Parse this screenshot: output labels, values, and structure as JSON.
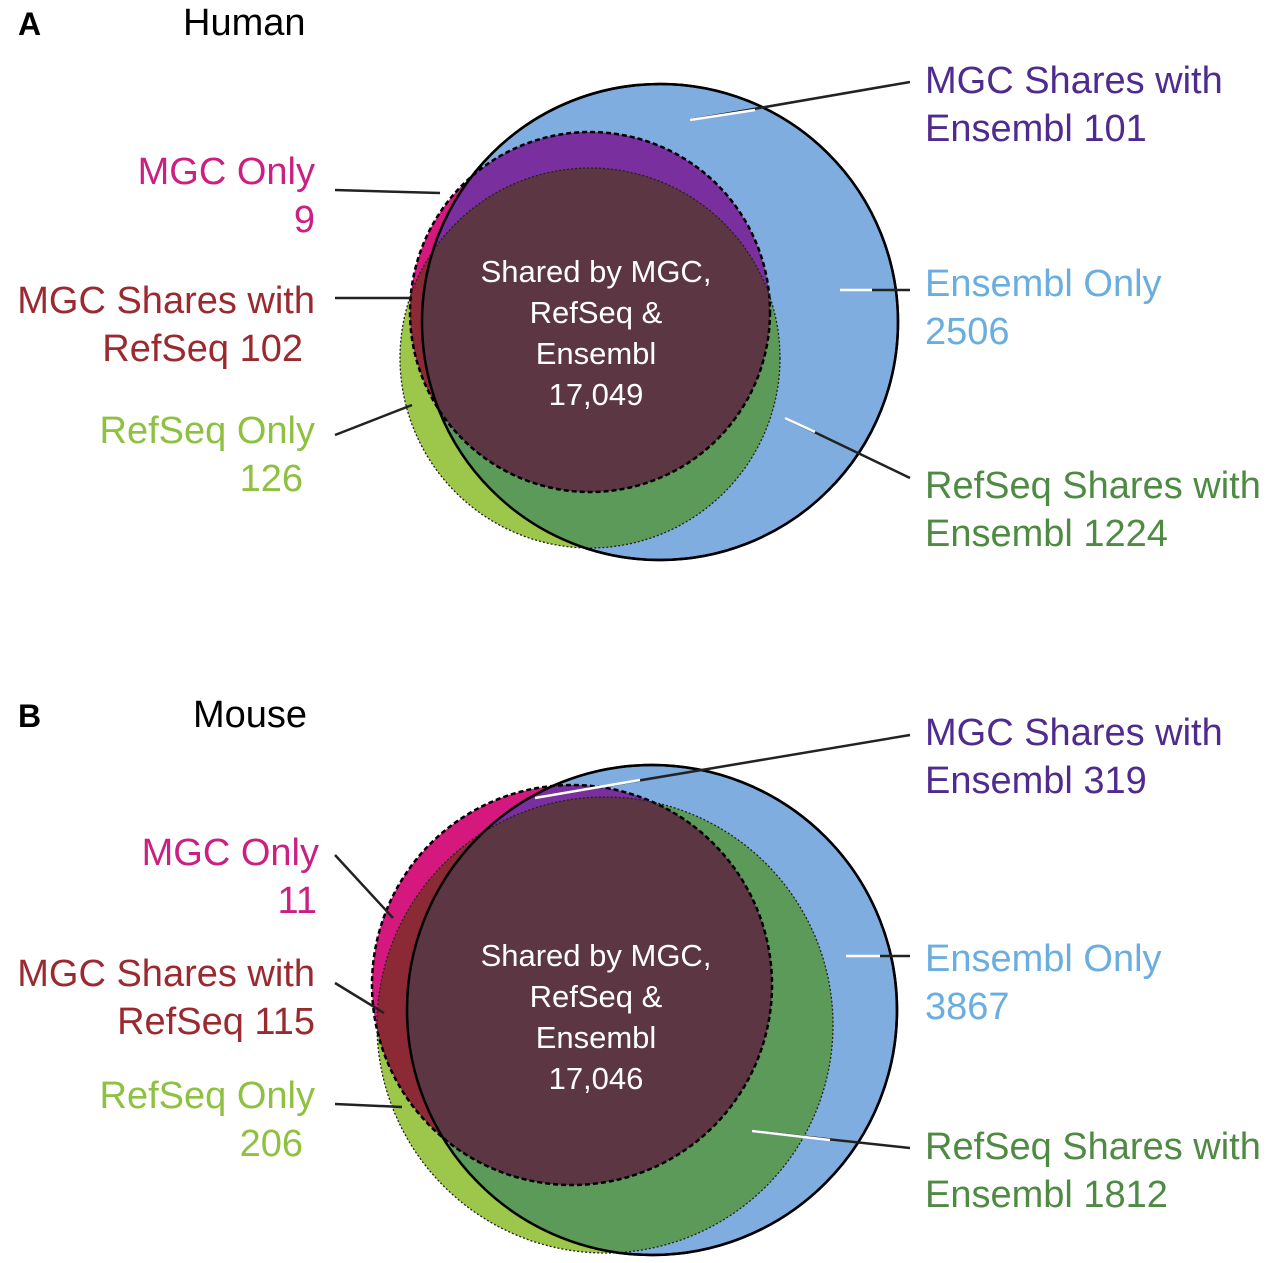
{
  "colors": {
    "ensembl": "#80ade0",
    "refseq_ensembl": "#5c9a5a",
    "refseq_only": "#9cc74a",
    "mgc_only": "#d4187e",
    "mgc_ensembl": "#7a2f9e",
    "mgc_refseq": "#8b2a35",
    "shared": "#5c3642",
    "label_mgc_only": "#cc1f82",
    "label_mgc_ensembl": "#4f2b8f",
    "label_mgc_refseq": "#9a2a2f",
    "label_refseq_only": "#8fc141",
    "label_ensembl_only": "#6aaedf",
    "label_refseq_ensembl": "#4f8a43"
  },
  "panels": [
    {
      "letter": "A",
      "title": "Human",
      "center": [
        "Shared by MGC,",
        "RefSeq &",
        "Ensembl",
        "17,049"
      ],
      "labels": {
        "mgc_ensembl": [
          "MGC Shares with",
          "Ensembl 101"
        ],
        "mgc_only": [
          "MGC Only",
          "9"
        ],
        "mgc_refseq": [
          "MGC Shares with",
          "RefSeq 102"
        ],
        "refseq_only": [
          "RefSeq Only",
          "126"
        ],
        "ensembl_only": [
          "Ensembl Only",
          "2506"
        ],
        "refseq_ensembl": [
          "RefSeq Shares with",
          "Ensembl 1224"
        ]
      }
    },
    {
      "letter": "B",
      "title": "Mouse",
      "center": [
        "Shared by MGC,",
        "RefSeq &",
        "Ensembl",
        "17,046"
      ],
      "labels": {
        "mgc_ensembl": [
          "MGC Shares with",
          "Ensembl 319"
        ],
        "mgc_only": [
          "MGC Only",
          "11"
        ],
        "mgc_refseq": [
          "MGC Shares with",
          "RefSeq 115"
        ],
        "refseq_only": [
          "RefSeq Only",
          "206"
        ],
        "ensembl_only": [
          "Ensembl Only",
          "3867"
        ],
        "refseq_ensembl": [
          "RefSeq Shares with",
          "Ensembl 1812"
        ]
      }
    }
  ]
}
